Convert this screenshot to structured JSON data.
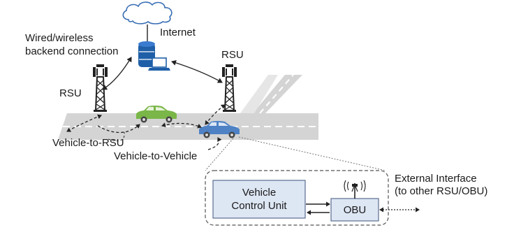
{
  "labels": {
    "internet": "Internet",
    "backend_line1": "Wired/wireless",
    "backend_line2": "backend connection",
    "rsu_left": "RSU",
    "rsu_right": "RSU",
    "v2r": "Vehicle-to-RSU",
    "v2v": "Vehicle-to-Vehicle",
    "external_line1": "External Interface",
    "external_line2": "(to other RSU/OBU)",
    "vcu_line1": "Vehicle",
    "vcu_line2": "Control Unit",
    "obu": "OBU"
  },
  "colors": {
    "cloud": "#3a6fb5",
    "server": "#1f5fa8",
    "road": "#d4d4d4",
    "lane_marking": "#ffffff",
    "green_car": "#7ab648",
    "blue_car": "#4f82c4",
    "box_fill": "#dde6f3",
    "box_stroke": "#5a6f8f",
    "tower": "#222222"
  },
  "icons": [
    "cloud-icon",
    "server-icon",
    "laptop-icon",
    "tower-icon",
    "car-icon",
    "antenna-icon"
  ]
}
